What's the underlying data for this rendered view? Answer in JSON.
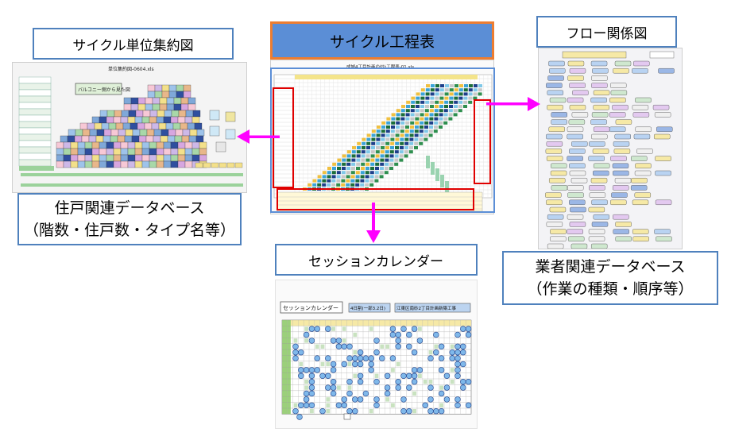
{
  "labels": {
    "unit_summary": "サイクル単位集約図",
    "cycle_process": "サイクル工程表",
    "flow_diagram": "フロー関係図",
    "session_calendar": "セッションカレンダー",
    "dwelling_db_line1": "住戸関連データベース",
    "dwelling_db_line2": "（階数・住戸数・タイプ名等）",
    "contractor_db_line1": "業者関連データベース",
    "contractor_db_line2": "（作業の種類・順序等）"
  },
  "unit_sheet": {
    "header": "単位集約図-0604.xls",
    "balcony_label": "バルコニー側から見た図"
  },
  "cycle_sheet": {
    "header": "成城4丁目計画のﾀｸﾄ工程表-01.xls"
  },
  "calendar_sheet": {
    "title": "セッションカレンダー",
    "tag1": "4日割(一部3.2日)",
    "tag2": "江東区南砂2丁目計画新築工事"
  },
  "colors": {
    "arrow": "#ff00ff",
    "box_border": "#4f81bd",
    "title_fill": "#5b8ed6",
    "title_border": "#ed7d31",
    "highlight": "#e00000"
  }
}
